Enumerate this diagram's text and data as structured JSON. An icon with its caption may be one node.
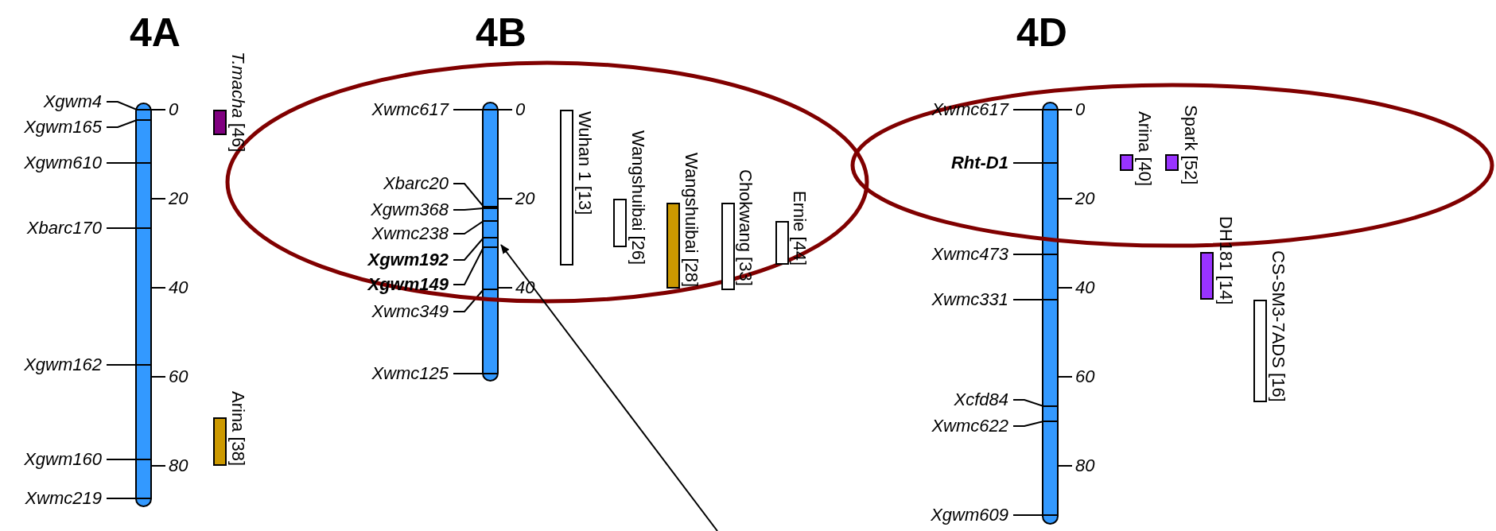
{
  "diagram": {
    "nodes": [
      {
        "text": [
          "4A"
        ],
        "beside": [
          "Xgwm4",
          "Xgwm165",
          "Xgwm610",
          "Xbarc170",
          "Xgwm162",
          "Xgwm160",
          "Xwmc219",
          "0",
          "20",
          "40",
          "60",
          "80"
        ]
      },
      {
        "text": [
          "4B"
        ],
        "beside": [
          "Xwmc617",
          "Xbarc20",
          "Xgwm368",
          "Xwmc238",
          "Xgwm192",
          "Xgwm149",
          "Xwmc349",
          "Xwmc125",
          "0",
          "20",
          "40"
        ]
      },
      {
        "text": [
          "4D"
        ],
        "beside": [
          "Xwmc617",
          "Rht-D1",
          "Xwmc473",
          "Xwmc331",
          "Xcfd84",
          "Xwmc622",
          "Xgwm609",
          "0",
          "20",
          "40",
          "60",
          "80"
        ]
      },
      {
        "text": [
          "*T.macha* [46]"
        ]
      },
      {
        "text": [
          "Arina [38]"
        ]
      },
      {
        "text": [
          "Wuhan 1 [13]"
        ]
      },
      {
        "text": [
          "Wangshuibai [26]"
        ]
      },
      {
        "text": [
          "Wangshuibai [28]"
        ]
      },
      {
        "text": [
          "Chokwang [33]"
        ]
      },
      {
        "text": [
          "Ernie [44]"
        ]
      },
      {
        "text": [
          "Arina [40]"
        ]
      },
      {
        "text": [
          "Spark [52]"
        ]
      },
      {
        "text": [
          "DH181 [14]"
        ]
      },
      {
        "text": [
          "CS-SM3-7ADS [16]"
        ]
      }
    ],
    "edges": [
      {
        "from": null,
        "to": 1,
        "arrow": "to"
      }
    ]
  }
}
